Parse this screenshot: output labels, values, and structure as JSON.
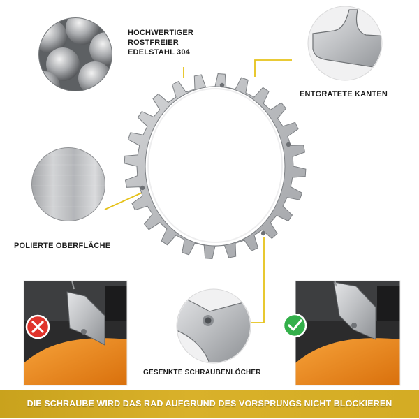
{
  "labels": {
    "material_line1": "HOCHWERTIGER",
    "material_line2": "ROSTFREIER",
    "material_line3": "EDELSTAHL 304",
    "deburred_edges": "ENTGRATETE KANTEN",
    "polished_surface": "POLIERTE OBERFLÄCHE",
    "countersunk_holes": "GESENKTE SCHRAUBENLÖCHER"
  },
  "banner": {
    "text": "DIE SCHRAUBE WIRD DAS RAD AUFGRUND DES VORSPRUNGS NICHT BLOCKIEREN"
  },
  "badges": {
    "wrong": {
      "icon": "x-mark-icon",
      "color": "#e0342c"
    },
    "right": {
      "icon": "check-mark-icon",
      "color": "#33b04a"
    }
  },
  "colors": {
    "accent_line": "#e6c21a",
    "banner": "#d4ac24",
    "steel": "#c4c6c9",
    "pin": "#d8262b",
    "mower_orange": "#f08a16"
  }
}
